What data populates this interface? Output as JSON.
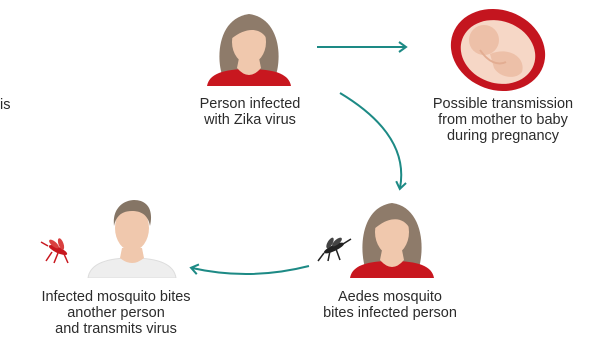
{
  "colors": {
    "arrow": "#1d8a85",
    "shirt": "#c8171f",
    "hair": "#8e7b6a",
    "skin": "#f0c8ad",
    "baby_outer": "#c4151f",
    "baby_inner": "#f6d7c6",
    "mosquito_red": "#c8171f",
    "mosquito_black": "#222222",
    "man_shirt": "#eeeeee",
    "man_hair": "#857565"
  },
  "icons": {
    "woman_top": "woman-icon",
    "baby": "fetus-in-womb-icon",
    "woman_bottom": "woman-icon",
    "man": "man-icon",
    "mosquito_black": "aedes-mosquito-icon",
    "mosquito_red": "infected-mosquito-icon"
  },
  "edge_text": "is",
  "nodes": {
    "infected_person": {
      "lines": [
        "Person infected",
        "with Zika virus"
      ]
    },
    "pregnancy": {
      "lines": [
        "Possible transmission",
        "from mother to baby",
        "during pregnancy"
      ]
    },
    "aedes": {
      "lines": [
        "Aedes mosquito",
        "bites infected person"
      ]
    },
    "transmit": {
      "lines": [
        "Infected mosquito bites",
        "another person",
        "and transmits virus"
      ]
    }
  }
}
